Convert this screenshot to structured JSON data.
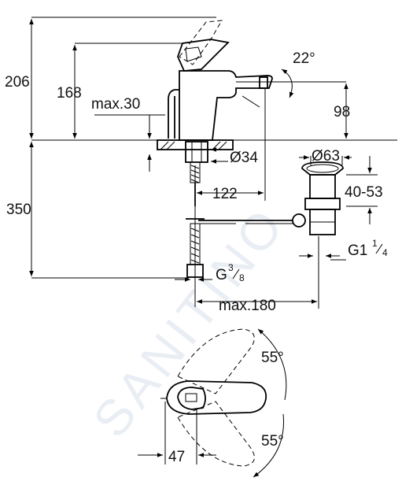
{
  "dimensions": {
    "h206": "206",
    "h168": "168",
    "max30": "max.30",
    "angle22": "22°",
    "h98": "98",
    "d34": "Ø34",
    "d63": "Ø63",
    "range4053": "40-53",
    "h350": "350",
    "w122": "122",
    "g1_main": "G1",
    "g1_num": "1",
    "g1_den": "4",
    "g38_main": "G",
    "g38_num": "3",
    "g38_den": "8",
    "max180": "max.180",
    "angle55_top": "55°",
    "angle55_bottom": "55°",
    "w47": "47"
  },
  "watermark": "SANITINO"
}
